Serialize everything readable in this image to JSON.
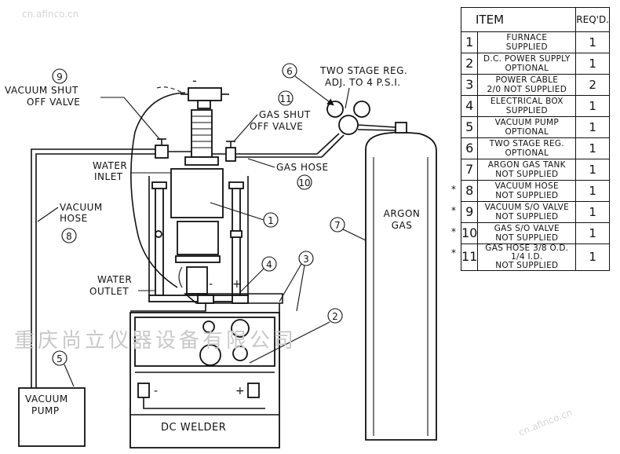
{
  "table": {
    "header": {
      "item": "ITEM",
      "reqd": "REQ'D."
    },
    "rows": [
      {
        "num": "1",
        "line1": "FURNACE",
        "line2": "SUPPLIED",
        "qty": "1",
        "star": ""
      },
      {
        "num": "2",
        "line1": "D.C. POWER SUPPLY",
        "line2": "OPTIONAL",
        "qty": "1",
        "star": ""
      },
      {
        "num": "3",
        "line1": "POWER CABLE",
        "line2": "2/0 NOT SUPPLIED",
        "qty": "2",
        "star": ""
      },
      {
        "num": "4",
        "line1": "ELECTRICAL BOX",
        "line2": "SUPPLIED",
        "qty": "1",
        "star": ""
      },
      {
        "num": "5",
        "line1": "VACUUM PUMP",
        "line2": "OPTIONAL",
        "qty": "1",
        "star": ""
      },
      {
        "num": "6",
        "line1": "TWO STAGE REG.",
        "line2": "OPTIONAL",
        "qty": "1",
        "star": ""
      },
      {
        "num": "7",
        "line1": "ARGON GAS TANK",
        "line2": "NOT SUPPLIED",
        "qty": "1",
        "star": ""
      },
      {
        "num": "8",
        "line1": "VACUUM HOSE",
        "line2": "NOT SUPPLIED",
        "qty": "1",
        "star": "*"
      },
      {
        "num": "9",
        "line1": "VACUUM S/O VALVE",
        "line2": "NOT SUPPLIED",
        "qty": "1",
        "star": "*"
      },
      {
        "num": "10",
        "line1": "GAS S/O VALVE",
        "line2": "NOT SUPPLIED",
        "qty": "1",
        "star": "*"
      },
      {
        "num": "11",
        "line1": "GAS HOSE 3/8 O.D. 1/4 I.D.",
        "line2": "NOT SUPPLIED",
        "qty": "1",
        "star": "*"
      }
    ]
  },
  "labels": {
    "vacuum_shut_l1": "VACUUM SHUT",
    "vacuum_shut_l2": "OFF VALVE",
    "gas_shut_l1": "GAS SHUT",
    "gas_shut_l2": "OFF VALVE",
    "two_stage_l1": "TWO STAGE REG.",
    "two_stage_l2": "ADJ. TO 4 P.S.I.",
    "water_inlet_l1": "WATER",
    "water_inlet_l2": "INLET",
    "water_outlet_l1": "WATER",
    "water_outlet_l2": "OUTLET",
    "gas_hose": "GAS HOSE",
    "vacuum_hose_l1": "VACUUM",
    "vacuum_hose_l2": "HOSE",
    "argon_l1": "ARGON",
    "argon_l2": "GAS",
    "vacuum_pump_l1": "VACUUM",
    "vacuum_pump_l2": "PUMP",
    "dc_welder": "DC WELDER",
    "minus_top": "-",
    "minus_mid": "-",
    "plus_mid": "+",
    "welder_minus": "-",
    "welder_plus": "+"
  },
  "callouts": {
    "c1": "1",
    "c2": "2",
    "c3": "3",
    "c4": "4",
    "c5": "5",
    "c6": "6",
    "c7": "7",
    "c8": "8",
    "c9": "9",
    "c10": "10",
    "c11": "11"
  },
  "watermark": {
    "company": "重庆尚立仪器设备有限公司",
    "site": "cn.afinco.cn",
    "site_top": "cn.afinco.cn"
  }
}
